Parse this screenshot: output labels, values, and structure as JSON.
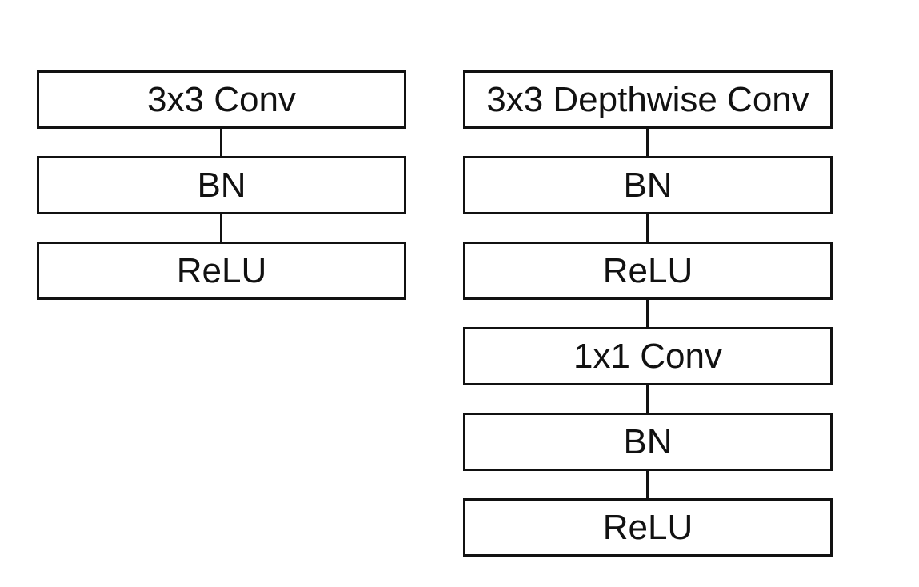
{
  "diagram": {
    "left_stack": [
      {
        "label": "3x3 Conv"
      },
      {
        "label": "BN"
      },
      {
        "label": "ReLU"
      }
    ],
    "right_stack": [
      {
        "label": "3x3 Depthwise Conv"
      },
      {
        "label": "BN"
      },
      {
        "label": "ReLU"
      },
      {
        "label": "1x1 Conv"
      },
      {
        "label": "BN"
      },
      {
        "label": "ReLU"
      }
    ]
  }
}
